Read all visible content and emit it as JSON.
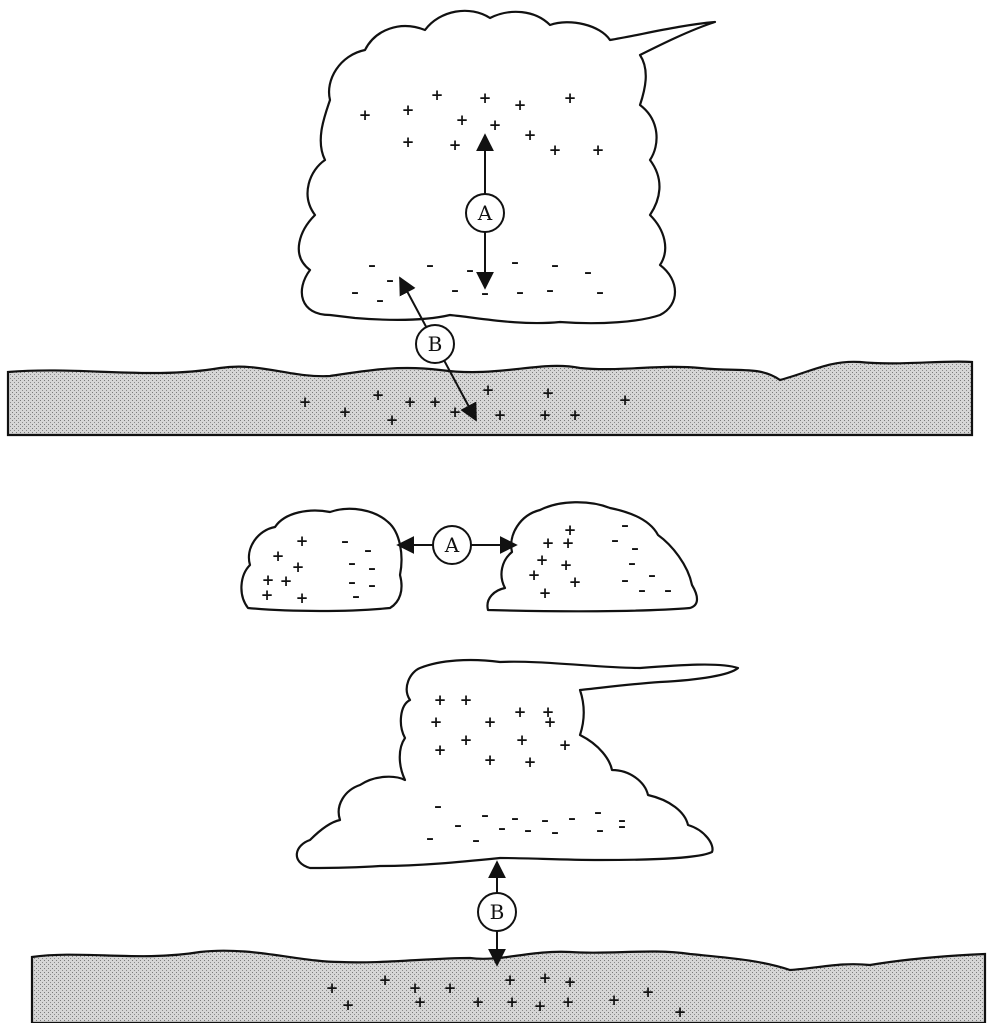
{
  "labels": {
    "top_a": "A",
    "top_b": "B",
    "bottom_a": "A",
    "bottom_b": "B"
  },
  "charges": {
    "positive": "+",
    "negative": "–"
  }
}
